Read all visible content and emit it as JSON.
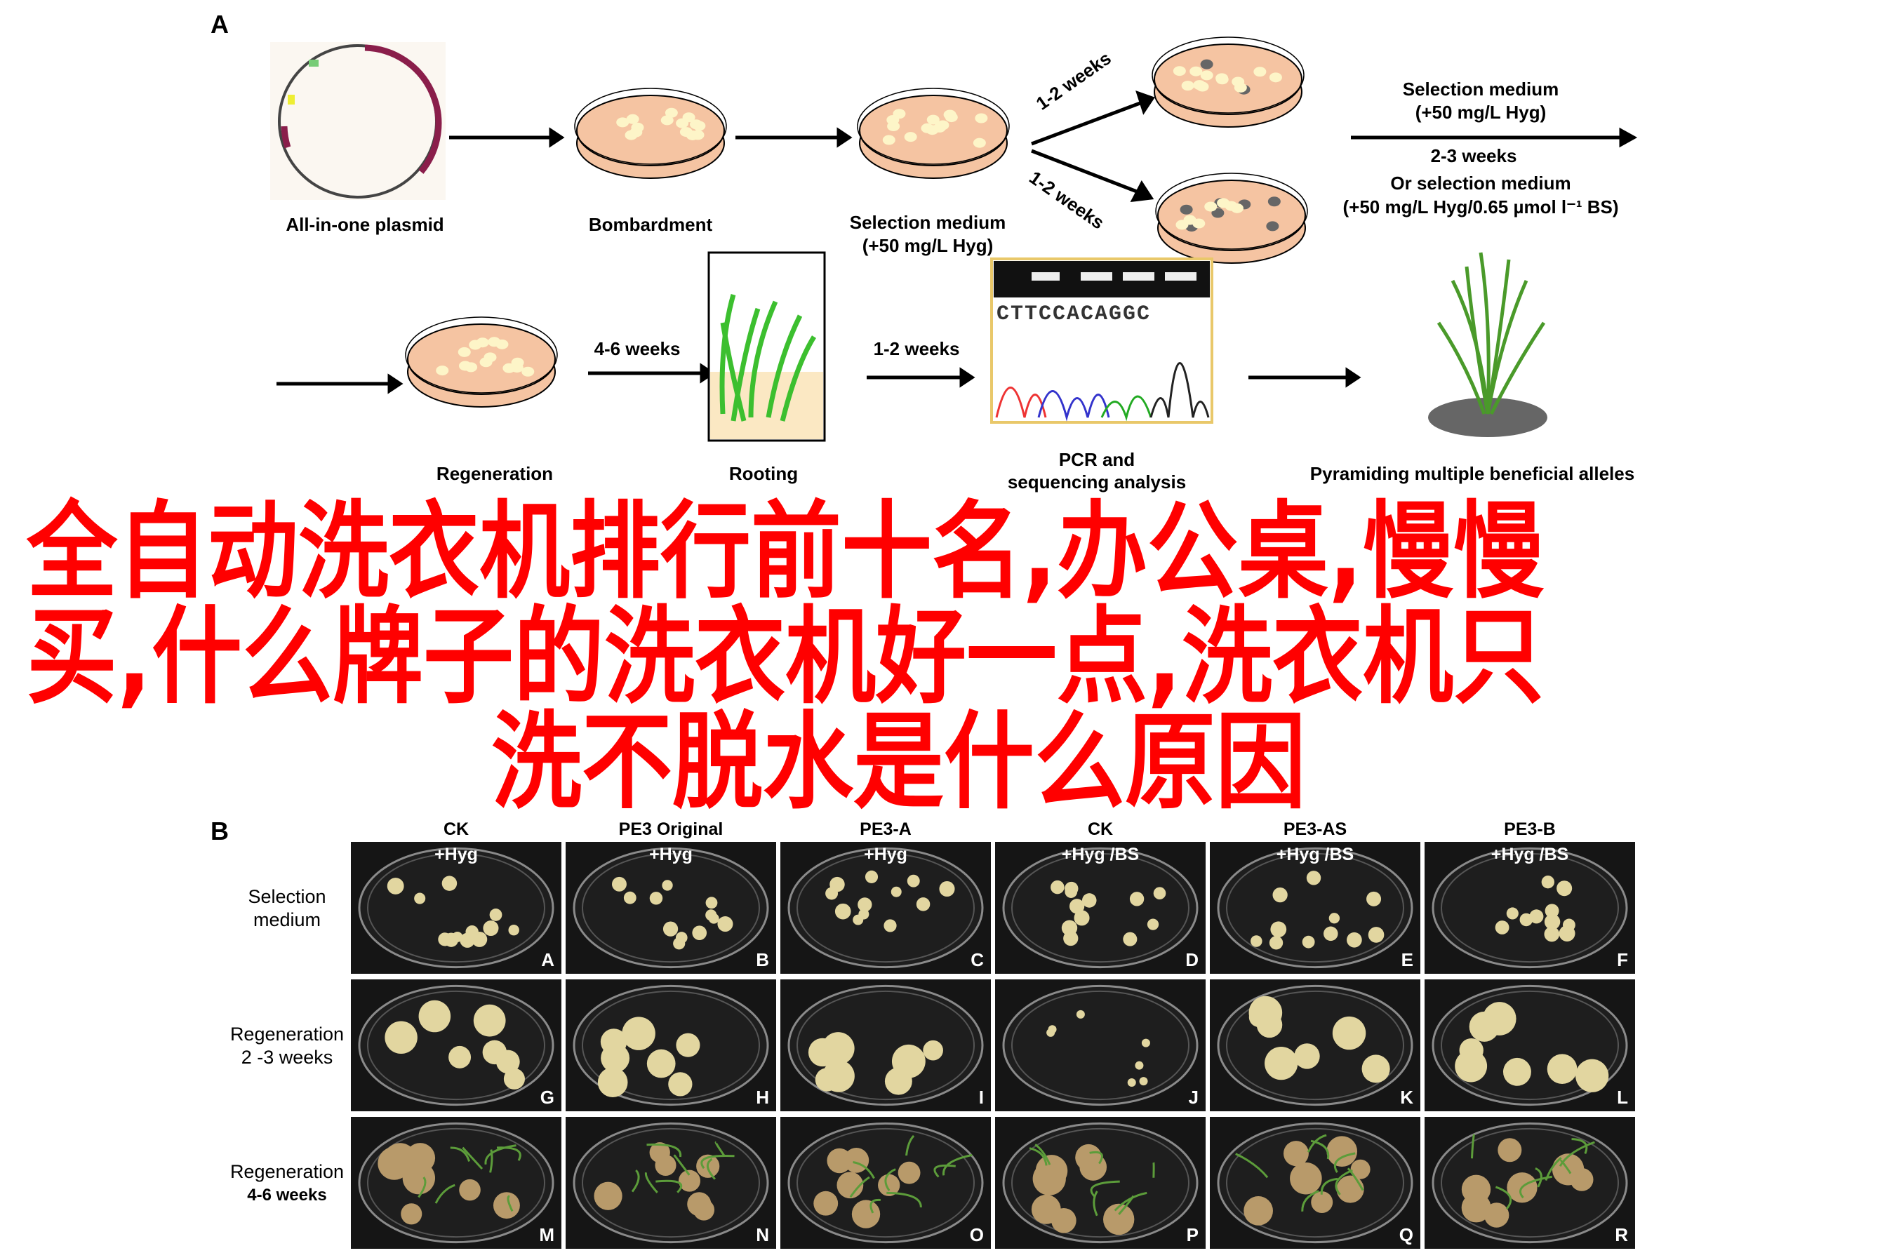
{
  "panel_a": {
    "label": "A",
    "steps": [
      "All-in-one plasmid",
      "Bombardment",
      "Selection  medium",
      "(+50 mg/L Hyg)"
    ],
    "branch_upper": "1-2 weeks",
    "branch_lower": "1-2 weeks",
    "right_text": [
      "Selection  medium",
      "(+50 mg/L Hyg)",
      "2-3 weeks",
      "Or selection  medium",
      "(+50 mg/L Hyg/0.65 µmol l⁻¹ BS)"
    ],
    "row2_durations": [
      "4-6 weeks",
      "1-2 weeks"
    ],
    "row2_labels": [
      "Regeneration",
      "Rooting",
      "PCR and",
      "sequencing analysis",
      "Pyramiding multiple beneficial alleles"
    ],
    "sequence": "CTTCCACAGGC"
  },
  "panel_b": {
    "label": "B",
    "columns": [
      {
        "name": "CK",
        "treatment": "+Hyg"
      },
      {
        "name": "PE3 Original",
        "treatment": "+Hyg"
      },
      {
        "name": "PE3-A",
        "treatment": "+Hyg"
      },
      {
        "name": "CK",
        "treatment": "+Hyg /BS"
      },
      {
        "name": "PE3-AS",
        "treatment": "+Hyg /BS"
      },
      {
        "name": "PE3-B",
        "treatment": "+Hyg /BS"
      }
    ],
    "rows": [
      {
        "line1": "Selection",
        "line2": "medium",
        "letters": [
          "A",
          "B",
          "C",
          "D",
          "E",
          "F"
        ]
      },
      {
        "line1": "Regeneration",
        "line2": "2 -3 weeks",
        "letters": [
          "G",
          "H",
          "I",
          "J",
          "K",
          "L"
        ]
      },
      {
        "line1": "Regeneration",
        "line2": "4-6 weeks",
        "letters": [
          "M",
          "N",
          "O",
          "P",
          "Q",
          "R"
        ]
      }
    ]
  },
  "overlay": {
    "line1": "全自动洗衣机排行前十名,办公桌,慢慢",
    "line2": "买,什么牌子的洗衣机好一点,洗衣机只",
    "line3": "洗不脱水是什么原因"
  },
  "colors": {
    "overlay": "#ff0000",
    "dish": "#f5c4a2",
    "colony": "#fdf5c8",
    "figure_bg": "#151515"
  }
}
